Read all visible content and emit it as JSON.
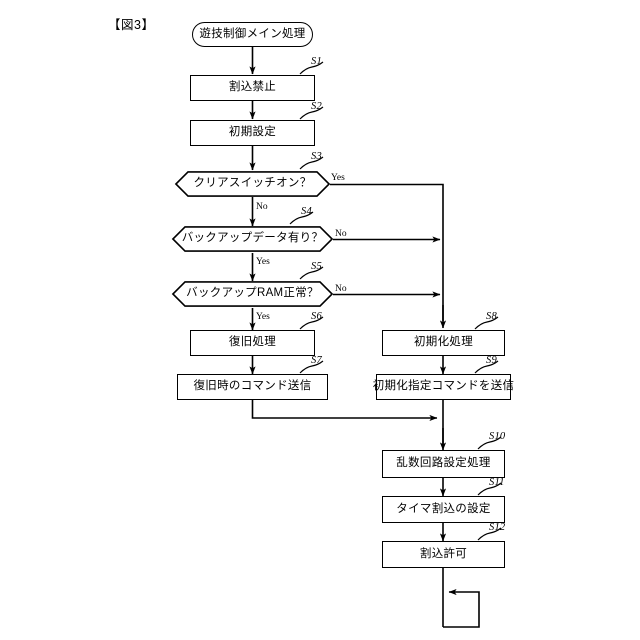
{
  "figure": {
    "label": "【図3】"
  },
  "nodes": {
    "start": {
      "text": "遊技制御メイン処理",
      "shape": "terminator"
    },
    "s1": {
      "text": "割込禁止",
      "shape": "process",
      "step": "S1"
    },
    "s2": {
      "text": "初期設定",
      "shape": "process",
      "step": "S2"
    },
    "s3": {
      "text": "クリアスイッチオン？",
      "shape": "decision",
      "step": "S3"
    },
    "s4": {
      "text": "バックアップデータ有り？",
      "shape": "decision",
      "step": "S4"
    },
    "s5": {
      "text": "バックアップRAM正常？",
      "shape": "decision",
      "step": "S5"
    },
    "s6": {
      "text": "復旧処理",
      "shape": "process",
      "step": "S6"
    },
    "s7": {
      "text": "復旧時のコマンド送信",
      "shape": "process",
      "step": "S7"
    },
    "s8": {
      "text": "初期化処理",
      "shape": "process",
      "step": "S8"
    },
    "s9": {
      "text": "初期化指定コマンドを送信",
      "shape": "process",
      "step": "S9"
    },
    "s10": {
      "text": "乱数回路設定処理",
      "shape": "process",
      "step": "S10"
    },
    "s11": {
      "text": "タイマ割込の設定",
      "shape": "process",
      "step": "S11"
    },
    "s12": {
      "text": "割込許可",
      "shape": "process",
      "step": "S12"
    }
  },
  "edge_labels": {
    "s3_yes": "Yes",
    "s3_no": "No",
    "s4_no": "No",
    "s4_yes": "Yes",
    "s5_no": "No",
    "s5_yes": "Yes"
  },
  "colors": {
    "stroke": "#000000",
    "background": "#ffffff",
    "text": "#000000"
  }
}
